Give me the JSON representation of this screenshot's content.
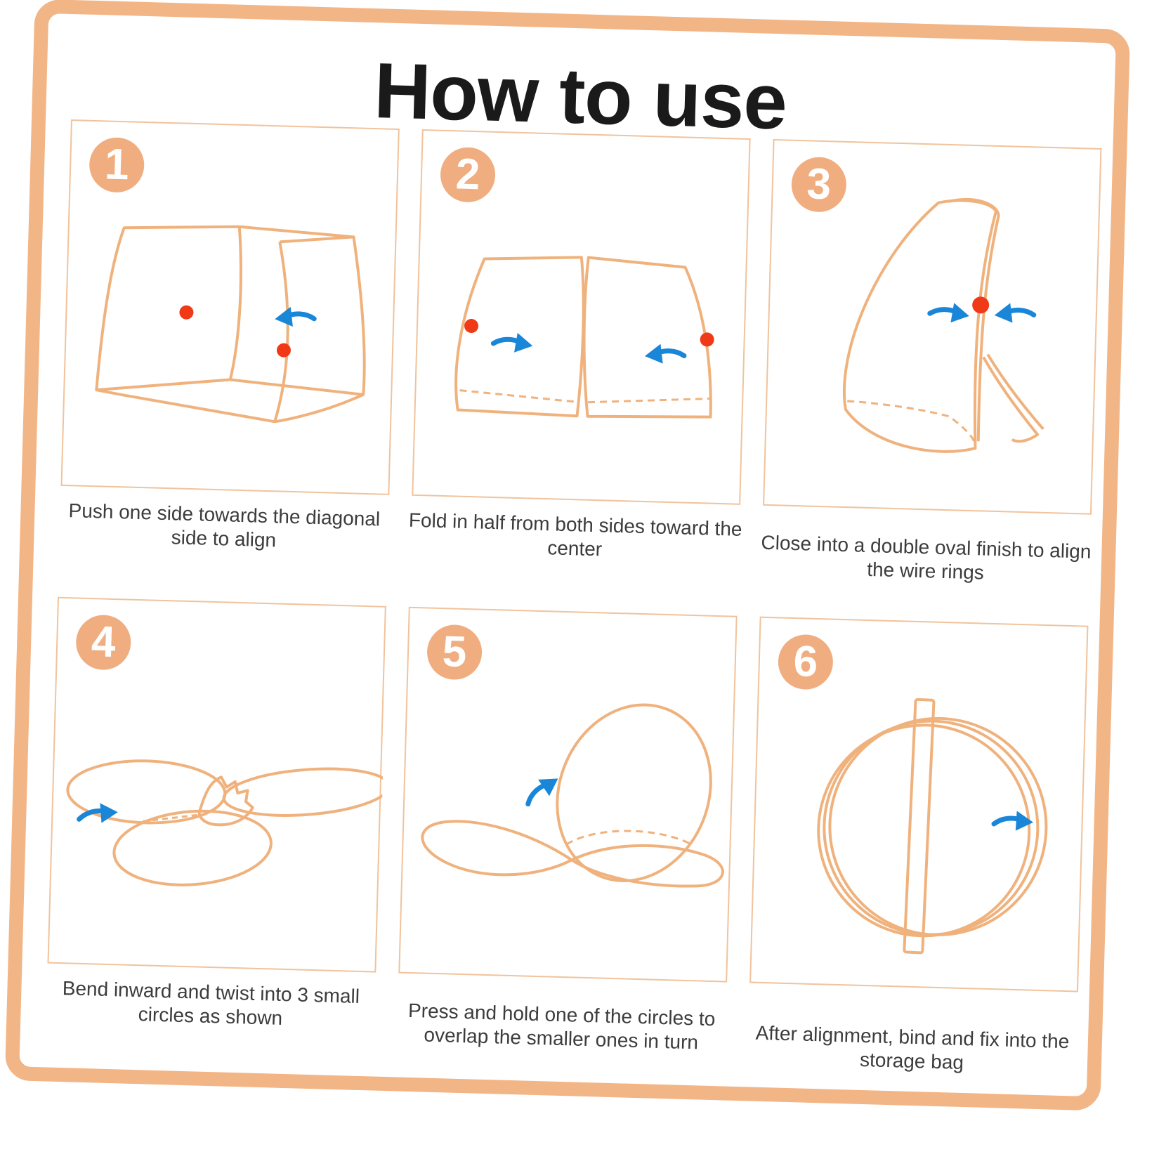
{
  "title": "How to use",
  "colors": {
    "frame": "#f2b586",
    "accent": "#f0ae80",
    "line": "#f0b27d",
    "dot": "#f03a17",
    "arrow": "#1a86d8"
  },
  "steps": [
    {
      "number": "1",
      "caption": "Push one side towards the diagonal side to align"
    },
    {
      "number": "2",
      "caption": "Fold in half from both sides toward the center"
    },
    {
      "number": "3",
      "caption": "Close into a double oval finish to align the wire rings"
    },
    {
      "number": "4",
      "caption": "Bend inward and twist into 3 small circles as shown"
    },
    {
      "number": "5",
      "caption": "Press and hold one of the circles to overlap the smaller ones in turn"
    },
    {
      "number": "6",
      "caption": "After alignment, bind and fix into the storage bag"
    }
  ]
}
